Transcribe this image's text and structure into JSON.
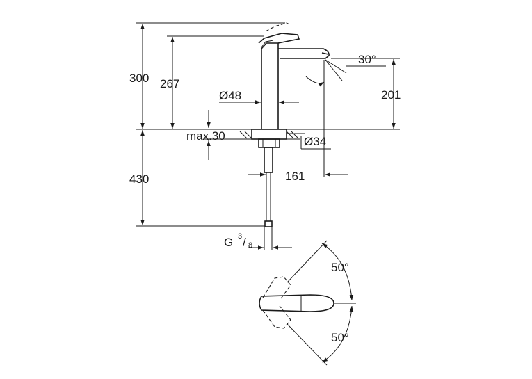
{
  "dimensions": {
    "total_height": "300",
    "spout_height": "267",
    "spout_outlet_height": "201",
    "below_deck_length": "430",
    "body_diameter": "Ø48",
    "mount_hole": "Ø34",
    "max_deck_thickness": "max.30",
    "spout_reach": "161",
    "spout_angle": "30°",
    "connection_prefix": "G",
    "connection_num": "3",
    "connection_den": "8",
    "rotation_upper": "50°",
    "rotation_lower": "50°"
  }
}
